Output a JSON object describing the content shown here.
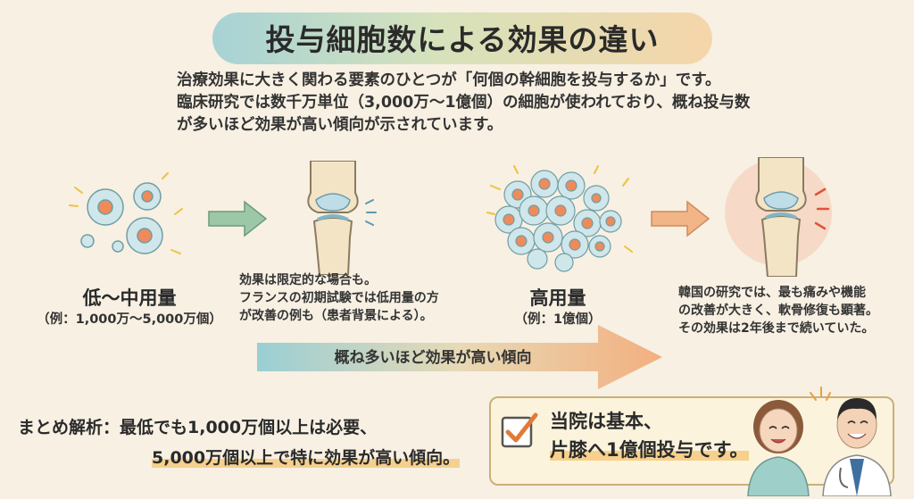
{
  "title": "投与細胞数による効果の違い",
  "intro": [
    "治療効果に大きく関わる要素のひとつが「何個の幹細胞を投与するか」です。",
    "臨床研究では数千万単位（3,000万〜1億個）の細胞が使われており、概ね投与数",
    "が多いほど効果が高い傾向が示されています。"
  ],
  "low": {
    "label": "低〜中用量",
    "sub": "（例：1,000万〜5,000万個）",
    "note": [
      "効果は限定的な場合も。",
      "フランスの初期試験では低用量の方",
      "が改善の例も（患者背景による）。"
    ]
  },
  "high": {
    "label": "高用量",
    "sub": "（例：1億個）",
    "note": [
      "韓国の研究では、最も痛みや機能",
      "の改善が大きく、軟骨修復も顕著。",
      "その効果は2年後まで続いていた。"
    ]
  },
  "trend_arrow": "概ね多いほど効果が高い傾向",
  "summary": {
    "label": "まとめ解析：",
    "line1": "最低でも1,000万個以上は必要、",
    "line2": "5,000万個以上で特に効果が高い傾向。"
  },
  "clinic": {
    "line1": "当院は基本、",
    "line2": "片膝へ1億個投与です。"
  },
  "colors": {
    "accent": "#e89a5a",
    "teal": "#7fc3c7",
    "check": "#e07a3a"
  }
}
